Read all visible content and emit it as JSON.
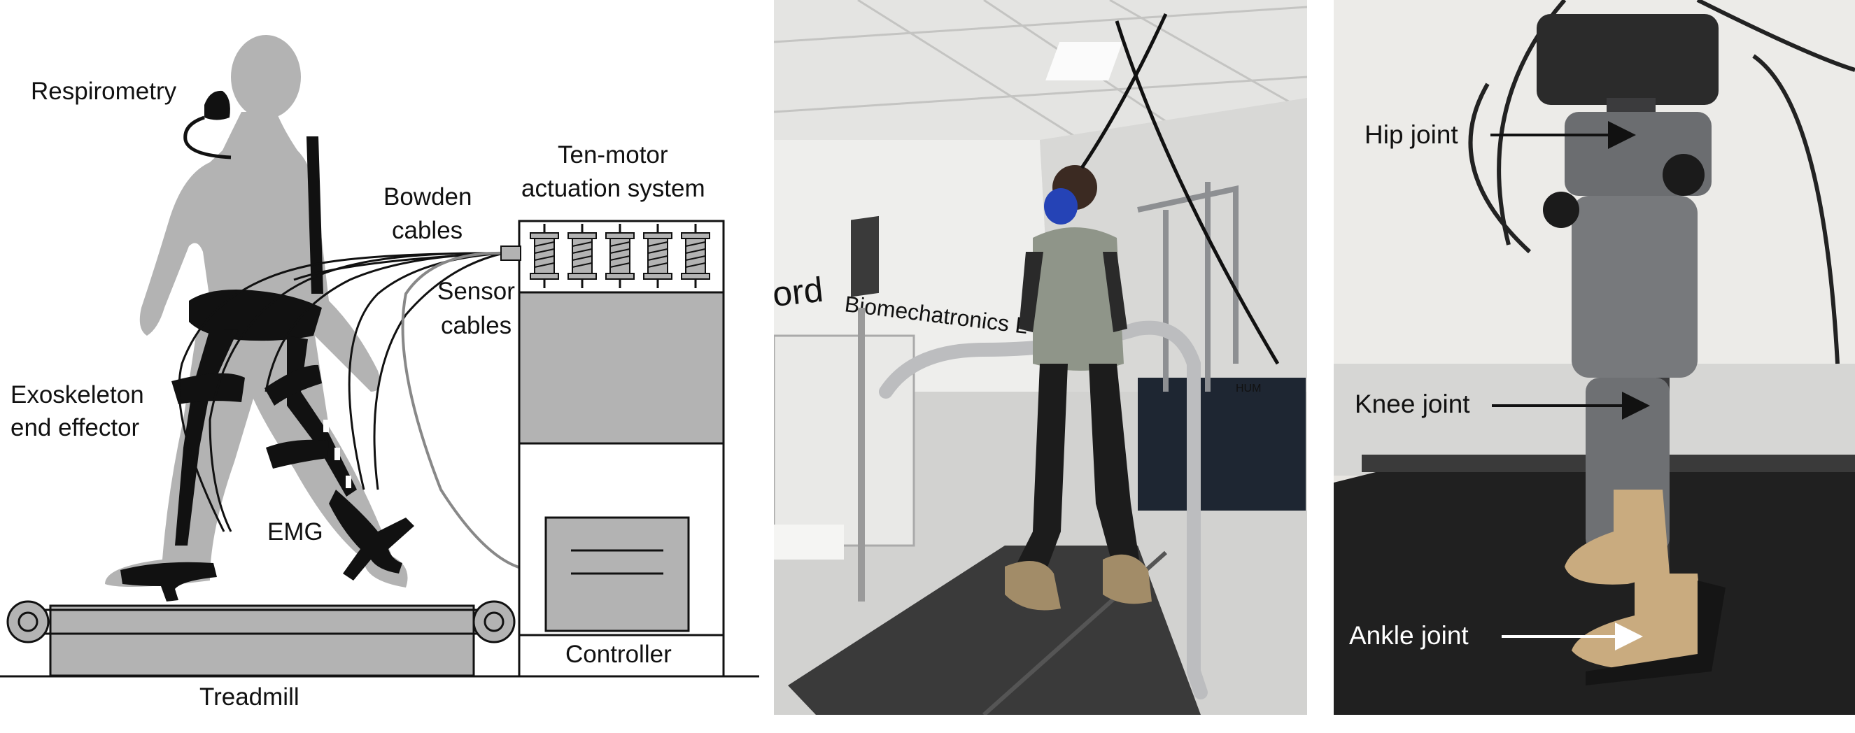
{
  "diagram": {
    "labels": {
      "respirometry": "Respirometry",
      "bowden_1": "Bowden",
      "bowden_2": "cables",
      "motor_1": "Ten-motor",
      "motor_2": "actuation system",
      "sensor_1": "Sensor",
      "sensor_2": "cables",
      "exo_1": "Exoskeleton",
      "exo_2": "end effector",
      "emg": "EMG",
      "controller": "Controller",
      "treadmill": "Treadmill"
    }
  },
  "photo_lab": {
    "wall_text_left": "ord",
    "wall_text_right": "Biomechatronics L",
    "equipment_text": "HUM"
  },
  "photo_exo": {
    "labels": {
      "hip": "Hip joint",
      "knee": "Knee joint",
      "ankle": "Ankle joint"
    }
  },
  "colors": {
    "silhouette": "#b3b3b3",
    "exo": "#111111",
    "box_fill": "#b3b3b3"
  }
}
